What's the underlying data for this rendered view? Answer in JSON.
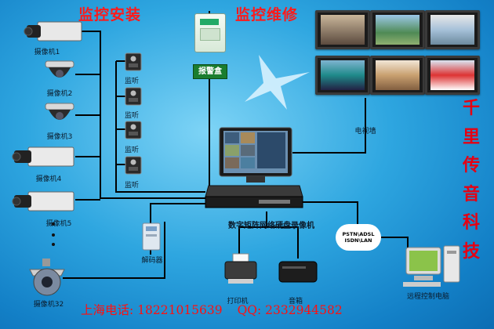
{
  "titles": {
    "install": "监控安装",
    "repair": "监控维修"
  },
  "cameras": [
    {
      "label": "摄像机1"
    },
    {
      "label": "摄像机2"
    },
    {
      "label": "摄像机3"
    },
    {
      "label": "摄像机4"
    },
    {
      "label": "摄像机5"
    },
    {
      "label": "摄像机32"
    }
  ],
  "monitors": [
    {
      "label": "监听"
    },
    {
      "label": "监听"
    },
    {
      "label": "监听"
    },
    {
      "label": "监听"
    }
  ],
  "alarm_box": {
    "label": "报警盒"
  },
  "video_wall": {
    "label": "电视墙"
  },
  "dvr": {
    "label": "数字矩阵网络硬盘录像机"
  },
  "decoder": {
    "label": "解码器"
  },
  "printer": {
    "label": "打印机"
  },
  "speaker": {
    "label": "音箱"
  },
  "network_cloud": {
    "line1": "PSTN\\ADSL",
    "line2": "ISDN\\LAN"
  },
  "remote_pc": {
    "label": "远程控制电脑"
  },
  "company_vertical": [
    "千",
    "里",
    "传",
    "音",
    "科",
    "技"
  ],
  "footer": {
    "phone": "上海电话: 18221015639",
    "qq": "QQ: 2332944582"
  }
}
